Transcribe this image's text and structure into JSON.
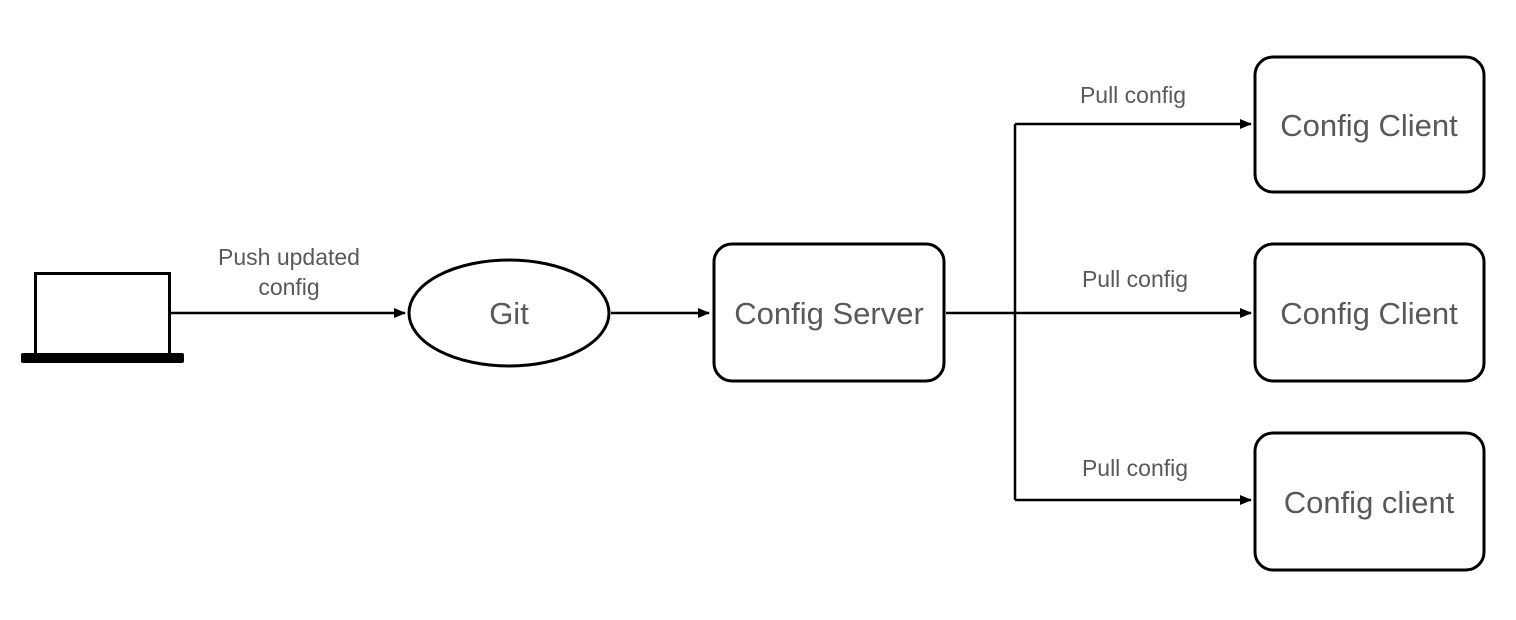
{
  "diagram": {
    "nodes": {
      "laptop": {
        "icon": "laptop-icon"
      },
      "git": {
        "label": "Git",
        "shape": "ellipse"
      },
      "config_server": {
        "label": "Config Server",
        "shape": "rounded-rectangle"
      },
      "client_1": {
        "label": "Config Client",
        "shape": "rounded-rectangle"
      },
      "client_2": {
        "label": "Config Client",
        "shape": "rounded-rectangle"
      },
      "client_3": {
        "label": "Config client",
        "shape": "rounded-rectangle"
      }
    },
    "edges": {
      "push": {
        "from": "laptop",
        "to": "git",
        "label_line1": "Push updated",
        "label_line2": "config"
      },
      "git_to_server": {
        "from": "git",
        "to": "config_server"
      },
      "pull_1": {
        "from": "config_server",
        "to": "client_1",
        "label": "Pull config"
      },
      "pull_2": {
        "from": "config_server",
        "to": "client_2",
        "label": "Pull config"
      },
      "pull_3": {
        "from": "config_server",
        "to": "client_3",
        "label": "Pull config"
      }
    },
    "colors": {
      "stroke": "#000000",
      "text": "#595959",
      "background": "#ffffff"
    }
  }
}
